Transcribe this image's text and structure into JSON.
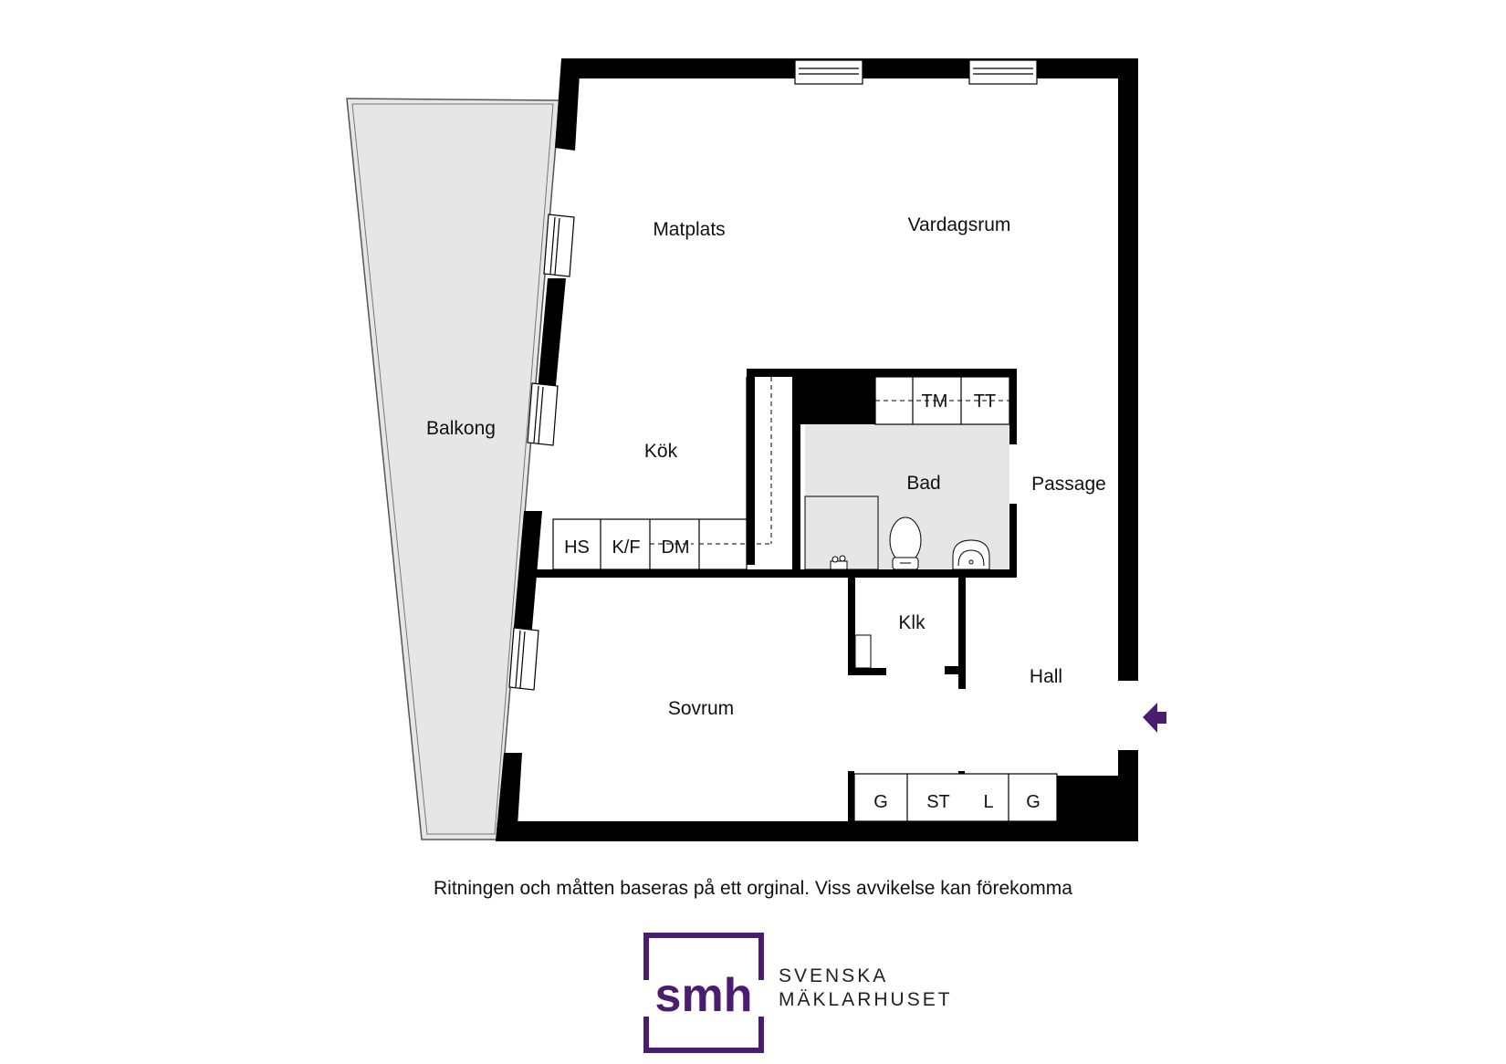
{
  "rooms": {
    "matplats": "Matplats",
    "vardagsrum": "Vardagsrum",
    "balkong": "Balkong",
    "kok": "Kök",
    "bad": "Bad",
    "passage": "Passage",
    "klk": "Klk",
    "hall": "Hall",
    "sovrum": "Sovrum"
  },
  "fixtures": {
    "tm": "TM",
    "tt": "TT",
    "hs": "HS",
    "kf": "K/F",
    "dm": "DM",
    "g1": "G",
    "st": "ST",
    "l": "L",
    "g2": "G"
  },
  "disclaimer": "Ritningen och måtten baseras på ett orginal. Viss avvikelse kan förekomma",
  "brand": {
    "logo_text": "smh",
    "line1": "SVENSKA",
    "line2": "MÄKLARHUSET",
    "color": "#4a1d6e"
  },
  "colors": {
    "wall": "#000000",
    "balcony_fill": "#e6e6e6",
    "bath_fill": "#e6e6e6",
    "entrance_arrow": "#4a1d6e"
  },
  "icons": [
    "entrance-arrow-icon",
    "toilet-icon",
    "sink-icon",
    "window-icon"
  ]
}
